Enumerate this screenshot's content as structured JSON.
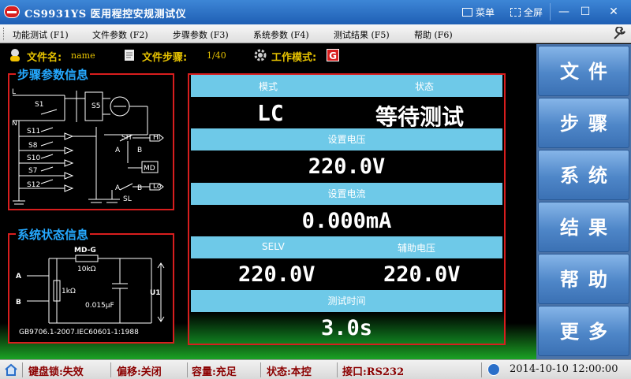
{
  "window": {
    "title": "CS9931YS 医用程控安规测试仪",
    "menu_label": "菜单",
    "fullscreen_label": "全屏",
    "minimize": "—",
    "maximize": "☐",
    "close": "✕"
  },
  "menubar": {
    "items": [
      "功能测试 (F1)",
      "文件参数 (F2)",
      "步骤参数 (F3)",
      "系统参数 (F4)",
      "测试结果 (F5)",
      "帮助 (F6)"
    ]
  },
  "info": {
    "file_name_label": "文件名:",
    "file_name_value": "name",
    "file_step_label": "文件步骤:",
    "file_step_value": "1/40",
    "work_mode_label": "工作模式:",
    "work_mode_value": "G"
  },
  "step_panel": {
    "title": "步骤参数信息",
    "labels": {
      "L": "L",
      "N": "N",
      "S1": "S1",
      "S5": "S5",
      "S11": "S11",
      "S8": "S8",
      "S10": "S10",
      "S7": "S7",
      "S12": "S12",
      "SH": "SH",
      "SL": "SL",
      "A1": "A",
      "B1": "B",
      "A2": "A",
      "B2": "B",
      "Hi": "Hi",
      "Lo": "Lo",
      "MD": "MD"
    }
  },
  "system_panel": {
    "title": "系统状态信息",
    "labels": {
      "mdg": "MD-G",
      "r10k": "10kΩ",
      "r1k": "1kΩ",
      "cap": "0.015μF",
      "A": "A",
      "B": "B",
      "U1": "U1"
    },
    "standard": "GB9706.1-2007.IEC60601-1:1988"
  },
  "table": {
    "mode_header": "模式",
    "state_header": "状态",
    "mode_value": "LC",
    "state_value": "等待测试",
    "voltage_header": "设置电压",
    "voltage_value": "220.0V",
    "current_header": "设置电流",
    "current_value": "0.000mA",
    "selv_header": "SELV",
    "aux_header": "辅助电压",
    "selv_value": "220.0V",
    "aux_value": "220.0V",
    "time_header": "测试时间",
    "time_value": "3.0s"
  },
  "sidebar": {
    "buttons": [
      "文件",
      "步骤",
      "系统",
      "结果",
      "帮助",
      "更多"
    ]
  },
  "status": {
    "keylock": "键盘锁:失效",
    "offset": "偏移:关闭",
    "capacity": "容量:充足",
    "state": "状态:本控",
    "port": "接口:RS232",
    "datetime": "2014-10-10 12:00:00"
  },
  "colors": {
    "accent_red": "#d81e1e",
    "header_blue": "#6ec9e8",
    "panel_title": "#25a9ff",
    "info_yellow": "#e6c200"
  }
}
